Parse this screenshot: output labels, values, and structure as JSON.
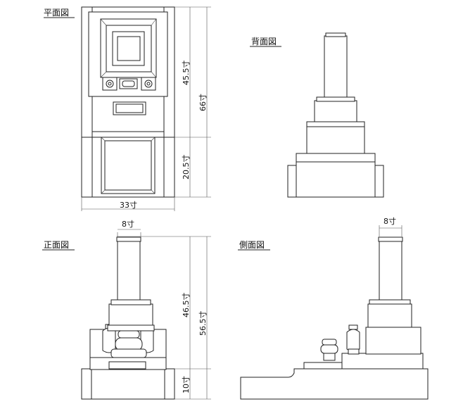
{
  "views": {
    "plan": "平面図",
    "back": "背面図",
    "front": "正面図",
    "side": "側面図"
  },
  "dimensions": {
    "plan_upper": "45.5寸",
    "plan_lower": "20.5寸",
    "plan_total": "66寸",
    "plan_width": "33寸",
    "front_width": "8寸",
    "front_upper": "46.5寸",
    "front_lower": "10寸",
    "front_total": "56.5寸",
    "side_width": "8寸"
  }
}
